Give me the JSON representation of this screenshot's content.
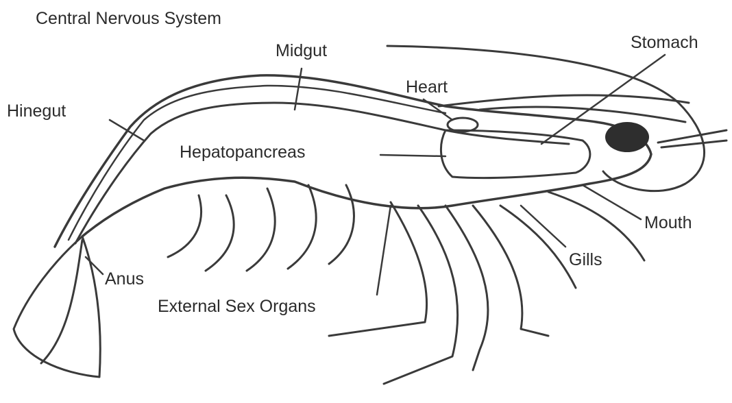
{
  "diagram": {
    "labels": {
      "cns": "Central Nervous System",
      "midgut": "Midgut",
      "stomach": "Stomach",
      "heart": "Heart",
      "hindgut": "Hinegut",
      "hepatopancreas": "Hepatopancreas",
      "mouth": "Mouth",
      "gills": "Gills",
      "anus": "Anus",
      "sex_organs": "External Sex Organs"
    },
    "colors": {
      "ink": "#3a3a3a",
      "background": "#ffffff"
    }
  }
}
